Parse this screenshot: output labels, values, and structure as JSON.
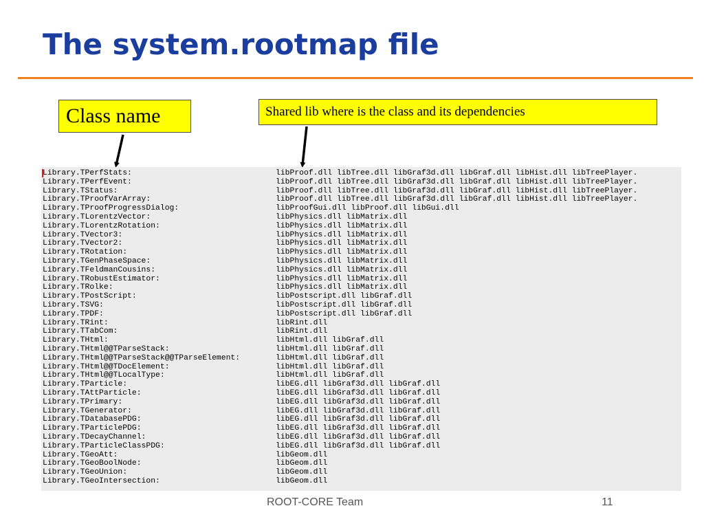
{
  "slide": {
    "title": "The system.rootmap file",
    "callouts": {
      "class_name": "Class name",
      "shared_lib": "Shared lib where is the class and its dependencies"
    },
    "footer": {
      "team": "ROOT-CORE Team",
      "page_number": "11"
    },
    "colors": {
      "title": "#1a3d9e",
      "rule": "#f07f1f",
      "callout_fill": "#ffff00",
      "listing_background": "#ececec"
    }
  },
  "listing": {
    "rows": [
      {
        "cls": "Library.TPerfStats:",
        "libs": "libProof.dll libTree.dll libGraf3d.dll libGraf.dll libHist.dll libTreePlayer."
      },
      {
        "cls": "Library.TPerfEvent:",
        "libs": "libProof.dll libTree.dll libGraf3d.dll libGraf.dll libHist.dll libTreePlayer."
      },
      {
        "cls": "Library.TStatus:",
        "libs": "libProof.dll libTree.dll libGraf3d.dll libGraf.dll libHist.dll libTreePlayer."
      },
      {
        "cls": "Library.TProofVarArray:",
        "libs": "libProof.dll libTree.dll libGraf3d.dll libGraf.dll libHist.dll libTreePlayer."
      },
      {
        "cls": "Library.TProofProgressDialog:",
        "libs": "libProofGui.dll libProof.dll libGui.dll"
      },
      {
        "cls": "Library.TLorentzVector:",
        "libs": "libPhysics.dll libMatrix.dll"
      },
      {
        "cls": "Library.TLorentzRotation:",
        "libs": "libPhysics.dll libMatrix.dll"
      },
      {
        "cls": "Library.TVector3:",
        "libs": "libPhysics.dll libMatrix.dll"
      },
      {
        "cls": "Library.TVector2:",
        "libs": "libPhysics.dll libMatrix.dll"
      },
      {
        "cls": "Library.TRotation:",
        "libs": "libPhysics.dll libMatrix.dll"
      },
      {
        "cls": "Library.TGenPhaseSpace:",
        "libs": "libPhysics.dll libMatrix.dll"
      },
      {
        "cls": "Library.TFeldmanCousins:",
        "libs": "libPhysics.dll libMatrix.dll"
      },
      {
        "cls": "Library.TRobustEstimator:",
        "libs": "libPhysics.dll libMatrix.dll"
      },
      {
        "cls": "Library.TRolke:",
        "libs": "libPhysics.dll libMatrix.dll"
      },
      {
        "cls": "Library.TPostScript:",
        "libs": "libPostscript.dll libGraf.dll"
      },
      {
        "cls": "Library.TSVG:",
        "libs": "libPostscript.dll libGraf.dll"
      },
      {
        "cls": "Library.TPDF:",
        "libs": "libPostscript.dll libGraf.dll"
      },
      {
        "cls": "Library.TRint:",
        "libs": "libRint.dll"
      },
      {
        "cls": "Library.TTabCom:",
        "libs": "libRint.dll"
      },
      {
        "cls": "Library.THtml:",
        "libs": "libHtml.dll libGraf.dll"
      },
      {
        "cls": "Library.THtml@@TParseStack:",
        "libs": "libHtml.dll libGraf.dll"
      },
      {
        "cls": "Library.THtml@@TParseStack@@TParseElement:",
        "libs": "libHtml.dll libGraf.dll"
      },
      {
        "cls": "Library.THtml@@TDocElement:",
        "libs": "libHtml.dll libGraf.dll"
      },
      {
        "cls": "Library.THtml@@TLocalType:",
        "libs": "libHtml.dll libGraf.dll"
      },
      {
        "cls": "Library.TParticle:",
        "libs": "libEG.dll libGraf3d.dll libGraf.dll"
      },
      {
        "cls": "Library.TAttParticle:",
        "libs": "libEG.dll libGraf3d.dll libGraf.dll"
      },
      {
        "cls": "Library.TPrimary:",
        "libs": "libEG.dll libGraf3d.dll libGraf.dll"
      },
      {
        "cls": "Library.TGenerator:",
        "libs": "libEG.dll libGraf3d.dll libGraf.dll"
      },
      {
        "cls": "Library.TDatabasePDG:",
        "libs": "libEG.dll libGraf3d.dll libGraf.dll"
      },
      {
        "cls": "Library.TParticlePDG:",
        "libs": "libEG.dll libGraf3d.dll libGraf.dll"
      },
      {
        "cls": "Library.TDecayChannel:",
        "libs": "libEG.dll libGraf3d.dll libGraf.dll"
      },
      {
        "cls": "Library.TParticleClassPDG:",
        "libs": "libEG.dll libGraf3d.dll libGraf.dll"
      },
      {
        "cls": "Library.TGeoAtt:",
        "libs": "libGeom.dll"
      },
      {
        "cls": "Library.TGeoBoolNode:",
        "libs": "libGeom.dll"
      },
      {
        "cls": "Library.TGeoUnion:",
        "libs": "libGeom.dll"
      },
      {
        "cls": "Library.TGeoIntersection:",
        "libs": "libGeom.dll"
      }
    ]
  }
}
